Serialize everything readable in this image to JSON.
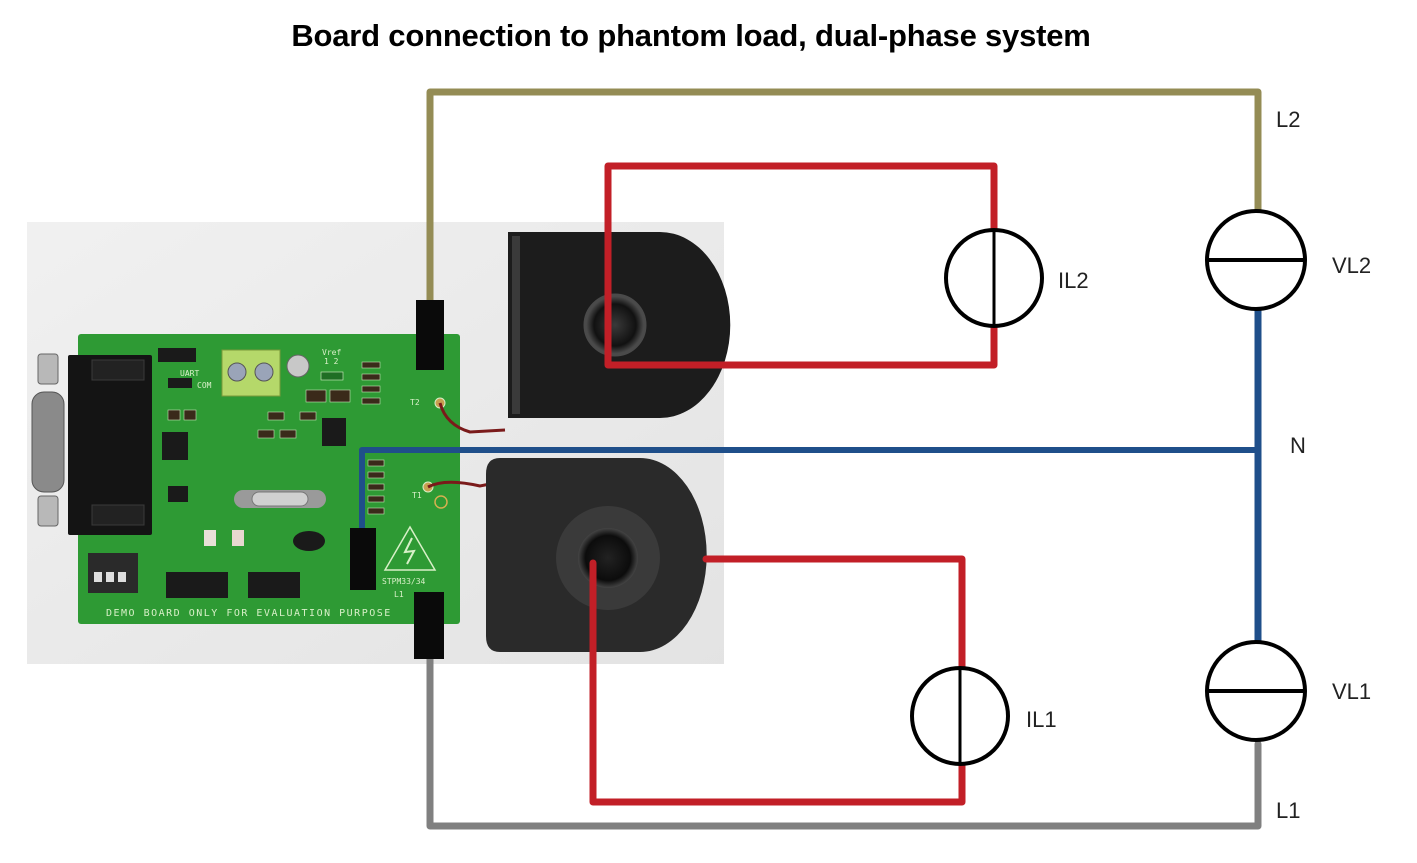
{
  "title": "Board connection to phantom load, dual-phase system",
  "colors": {
    "L2": "#948c55",
    "L1": "#808080",
    "N": "#1f4f8a",
    "current_loop": "#c21f27",
    "symbol_stroke": "#000000",
    "pcb": "#2e9a34",
    "photo_background": "#ececec",
    "connector": "#0a0a0a",
    "ct_body": "#1c1c1c"
  },
  "labels": {
    "L2": "L2",
    "VL2": "VL2",
    "IL2": "IL2",
    "N": "N",
    "VL1": "VL1",
    "IL1": "IL1",
    "L1": "L1"
  },
  "board": {
    "silkscreen_bottom": "DEMO BOARD ONLY FOR EVALUATION PURPOSE",
    "chip_label": "STPM33/34",
    "uart_label": "UART",
    "com_label": "COM",
    "vref_label": "Vref",
    "vref_pins": "1  2",
    "t1_label": "T1",
    "t2_label": "T2",
    "l1_label": "L1"
  },
  "components": [
    {
      "id": "VL2",
      "type": "voltage-source",
      "wire": "L2"
    },
    {
      "id": "VL1",
      "type": "voltage-source",
      "wire": "L1"
    },
    {
      "id": "IL2",
      "type": "current-source",
      "loop": "through upper current transformer"
    },
    {
      "id": "IL1",
      "type": "current-source",
      "loop": "through lower current transformer"
    }
  ]
}
